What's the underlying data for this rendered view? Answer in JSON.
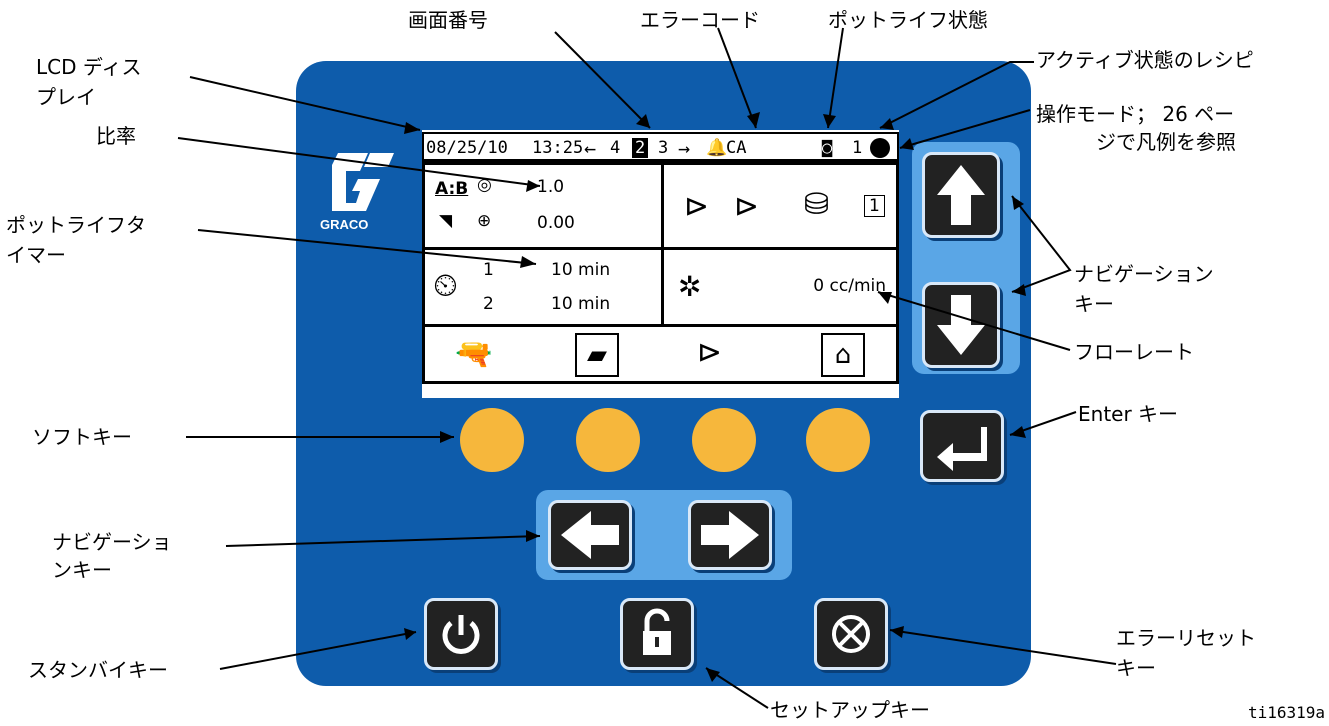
{
  "labels": {
    "screen_number": "画面番号",
    "error_code": "エラーコード",
    "pot_life_status": "ポットライフ状態",
    "lcd_display_1": "LCD ディス",
    "lcd_display_2": "プレイ",
    "active_recipe": "アクティブ状態のレシピ",
    "ratio": "比率",
    "operation_mode_1": "操作モード； 26 ペー",
    "operation_mode_2": "ジで凡例を参照",
    "pot_life_timer_1": "ポットライフタ",
    "pot_life_timer_2": "イマー",
    "nav_keys_right_1": "ナビゲーション",
    "nav_keys_right_2": "キー",
    "flow_rate": "フローレート",
    "enter_key": "Enter キー",
    "soft_keys": "ソフトキー",
    "nav_keys_left_1": "ナビゲーショ",
    "nav_keys_left_2": "ンキー",
    "standby_key": "スタンバイキー",
    "error_reset_key_1": "エラーリセット",
    "error_reset_key_2": "キー",
    "setup_key": "セットアップキー"
  },
  "lcd": {
    "date": "08/25/10",
    "time": "13:25",
    "prev_screen": "4",
    "current_screen": "2",
    "next_screen": "3",
    "error_code": "CA",
    "recipe_number": "1",
    "ratio_label": "A:B",
    "ratio_value": "1.0",
    "ratio_deviation": "0.00",
    "recipe_box": "1",
    "timer1_index": "1",
    "timer1_value": "10 min",
    "timer2_index": "2",
    "timer2_value": "10 min",
    "flow_value": "0 cc/min"
  },
  "brand": "GRACO",
  "figure_id": "ti16319a"
}
